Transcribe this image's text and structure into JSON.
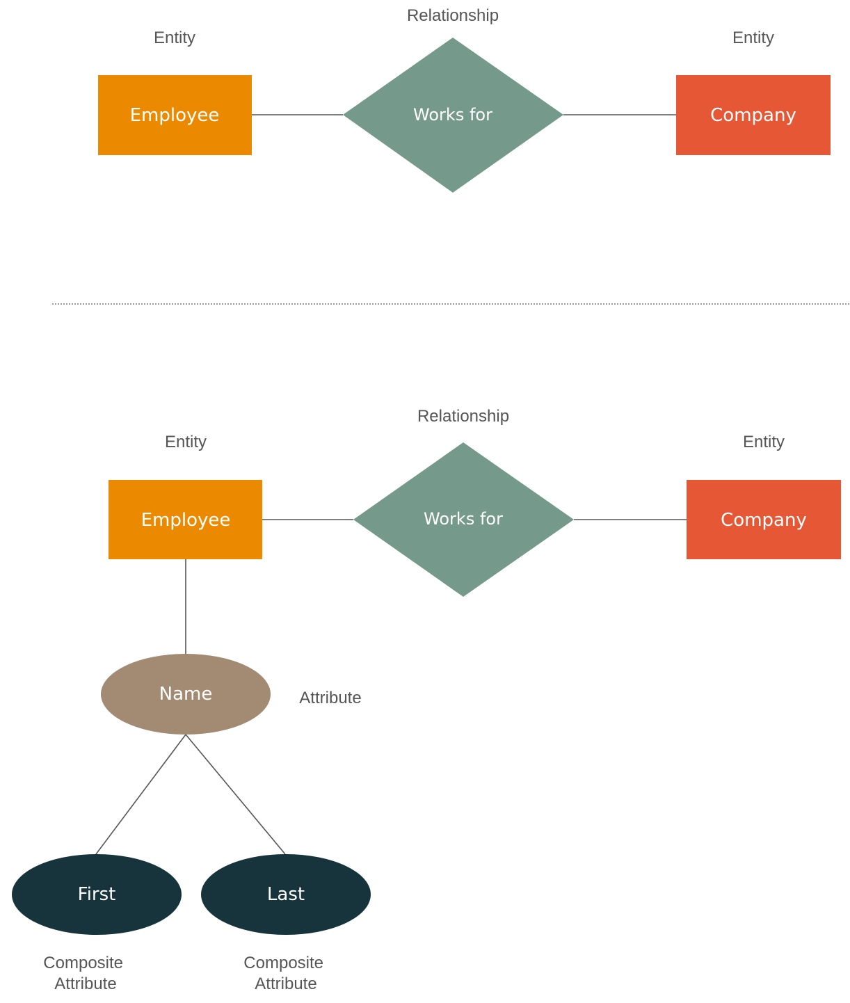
{
  "colors": {
    "entity_employee": "#EB8A00",
    "entity_company": "#E55735",
    "relationship": "#75998A",
    "attribute": "#A38A72",
    "composite_attribute": "#17343C",
    "caption_text": "#555555",
    "shape_text": "#FFFFFF"
  },
  "top_diagram": {
    "relationship_caption": "Relationship",
    "employee_caption": "Entity",
    "company_caption": "Entity",
    "employee_label": "Employee",
    "relationship_label": "Works for",
    "company_label": "Company"
  },
  "bottom_diagram": {
    "relationship_caption": "Relationship",
    "employee_caption": "Entity",
    "company_caption": "Entity",
    "employee_label": "Employee",
    "relationship_label": "Works for",
    "company_label": "Company",
    "attribute_label": "Name",
    "attribute_caption": "Attribute",
    "first_label": "First",
    "last_label": "Last",
    "first_caption_line1": "Composite",
    "first_caption_line2": "Attribute",
    "last_caption_line1": "Composite",
    "last_caption_line2": "Attribute"
  }
}
